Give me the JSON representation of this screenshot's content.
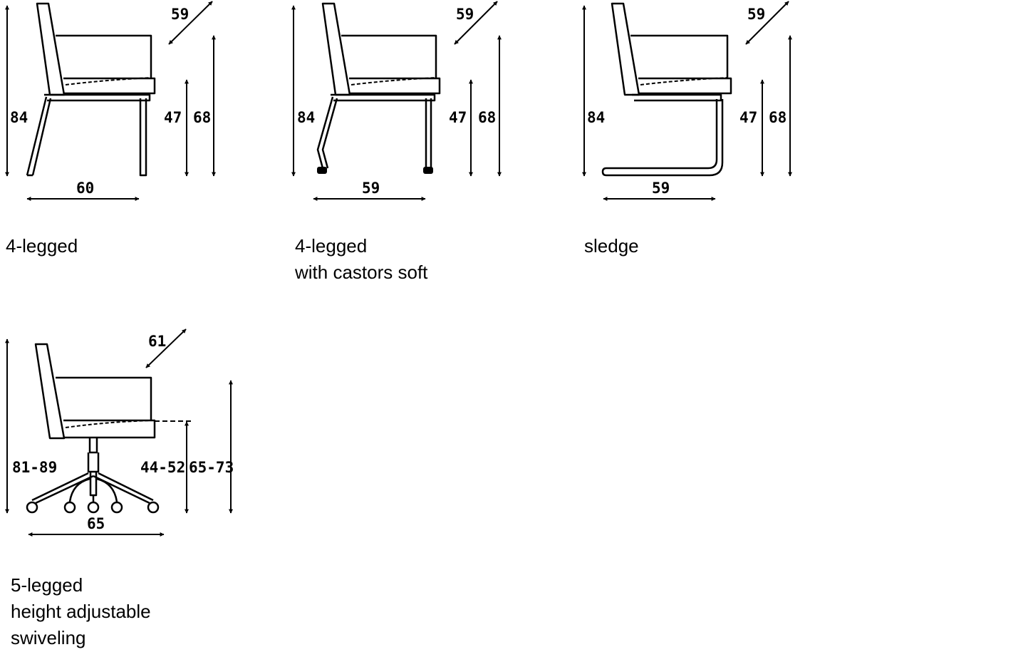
{
  "chairs": [
    {
      "id": "four-legged",
      "dims": {
        "depth": "59",
        "total_height": "84",
        "seat_height": "47",
        "armrest_height": "68",
        "width": "60"
      },
      "caption": [
        "4-legged"
      ]
    },
    {
      "id": "four-legged-castors",
      "dims": {
        "depth": "59",
        "total_height": "84",
        "seat_height": "47",
        "armrest_height": "68",
        "width": "59"
      },
      "caption": [
        "4-legged",
        "with castors soft"
      ]
    },
    {
      "id": "sledge",
      "dims": {
        "depth": "59",
        "total_height": "84",
        "seat_height": "47",
        "armrest_height": "68",
        "width": "59"
      },
      "caption": [
        "sledge"
      ]
    },
    {
      "id": "five-legged",
      "dims": {
        "depth": "61",
        "total_height": "81-89",
        "seat_height": "44-52",
        "armrest_height": "65-73",
        "width": "65"
      },
      "caption": [
        "5-legged",
        "height adjustable",
        "swiveling"
      ]
    }
  ]
}
